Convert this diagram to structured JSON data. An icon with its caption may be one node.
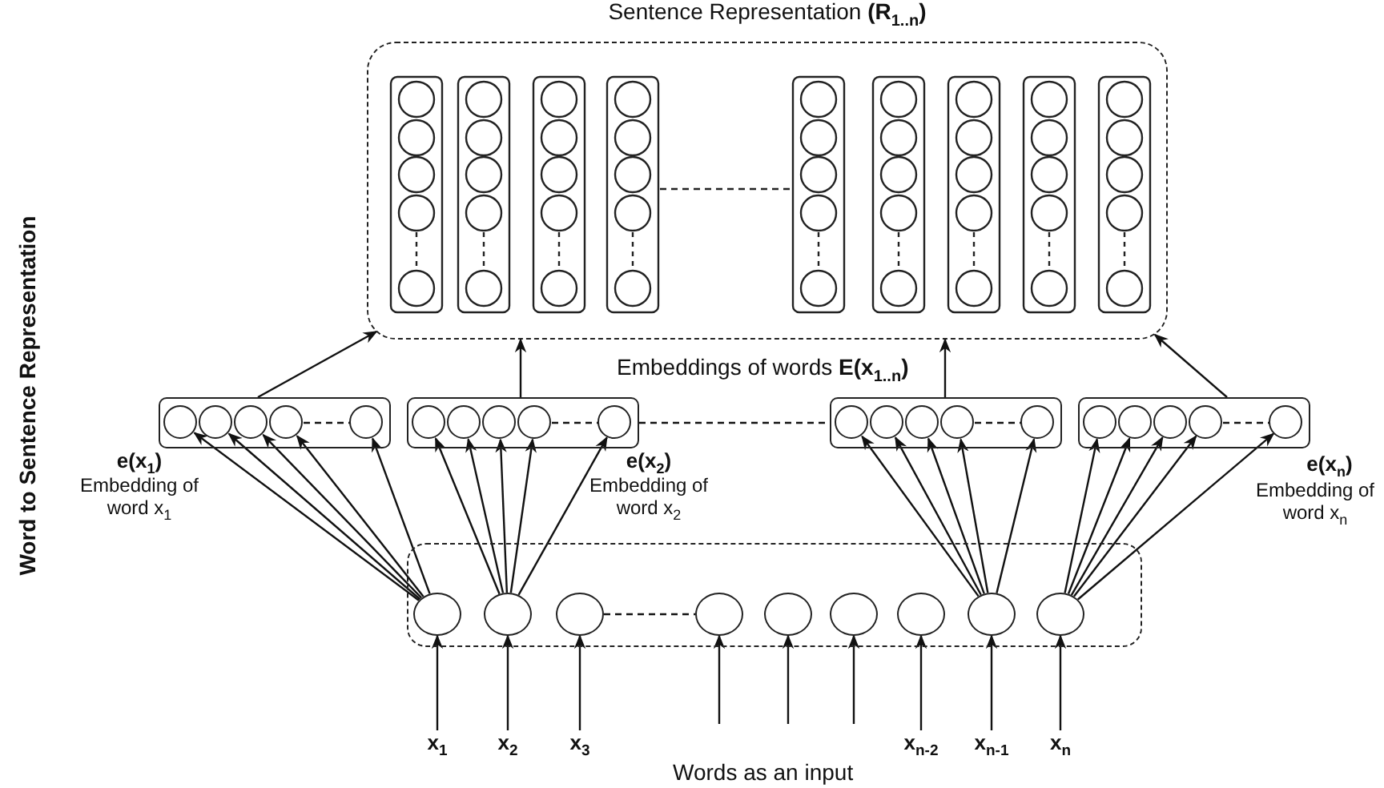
{
  "diagram": {
    "nodes": [
      {
        "text": [
          "Sentence Representation **(R**$_{1..n}$**)**"
        ]
      },
      {
        "text": [],
        "shape": "box",
        "beside": [
          "e(x$_{1}$)",
          "Embedding of word x$_{1}$"
        ]
      },
      {
        "text": [],
        "shape": "box",
        "beside": [
          "e(x$_{2}$)",
          "Embedding of word x$_{2}$"
        ]
      },
      {
        "text": [],
        "shape": "box"
      },
      {
        "text": [],
        "shape": "box",
        "beside": [
          "e(x$_{n}$)",
          "Embedding of word x$_{n}$"
        ]
      },
      {
        "text": [],
        "shape": "circle",
        "in": 1
      },
      {
        "text": [],
        "shape": "circle",
        "in": 1
      },
      {
        "text": [],
        "shape": "circle",
        "in": 1
      },
      {
        "text": [],
        "shape": "circle",
        "in": 1
      },
      {
        "text": [],
        "shape": "circle",
        "in": 1
      },
      {
        "text": [],
        "shape": "circle",
        "in": 2
      },
      {
        "text": [],
        "shape": "circle",
        "in": 2
      },
      {
        "text": [],
        "shape": "circle",
        "in": 2
      },
      {
        "text": [],
        "shape": "circle",
        "in": 2
      },
      {
        "text": [],
        "shape": "circle",
        "in": 2
      },
      {
        "text": [],
        "shape": "circle",
        "in": 3
      },
      {
        "text": [],
        "shape": "circle",
        "in": 3
      },
      {
        "text": [],
        "shape": "circle",
        "in": 3
      },
      {
        "text": [],
        "shape": "circle",
        "in": 3
      },
      {
        "text": [],
        "shape": "circle",
        "in": 3
      },
      {
        "text": [],
        "shape": "circle",
        "in": 4
      },
      {
        "text": [],
        "shape": "circle",
        "in": 4
      },
      {
        "text": [],
        "shape": "circle",
        "in": 4
      },
      {
        "text": [],
        "shape": "circle",
        "in": 4
      },
      {
        "text": [],
        "shape": "circle",
        "in": 4
      },
      {
        "text": [],
        "shape": "box"
      },
      {
        "text": [],
        "shape": "circle",
        "in": 25
      },
      {
        "text": [],
        "shape": "circle",
        "in": 25
      },
      {
        "text": [],
        "shape": "circle",
        "in": 25
      },
      {
        "text": [],
        "shape": "circle",
        "in": 25
      },
      {
        "text": [],
        "shape": "circle",
        "in": 25
      },
      {
        "text": [],
        "shape": "circle",
        "in": 25
      },
      {
        "text": [],
        "shape": "circle",
        "in": 25
      },
      {
        "text": [],
        "shape": "circle",
        "in": 25
      },
      {
        "text": [],
        "shape": "circle",
        "in": 25
      },
      {
        "text": [
          "x$_{1}$"
        ]
      },
      {
        "text": [
          "x$_{2}$"
        ]
      },
      {
        "text": [
          "x$_{3}$"
        ]
      },
      {
        "text": [
          "x$_{n-2}$"
        ]
      },
      {
        "text": [
          "x$_{n-1}$"
        ]
      },
      {
        "text": [
          "x$_{n}$"
        ]
      }
    ],
    "edges": [
      {
        "from": 1,
        "to": 0,
        "arrow": "to"
      },
      {
        "from": 2,
        "to": 0,
        "arrow": "to"
      },
      {
        "from": 3,
        "to": 0,
        "arrow": "to"
      },
      {
        "from": 4,
        "to": 0,
        "arrow": "to"
      },
      {
        "from": 2,
        "to": 3,
        "arrow": "none",
        "style": "dashed"
      },
      {
        "from": 8,
        "to": 9,
        "arrow": "none",
        "style": "dashed"
      },
      {
        "from": 13,
        "to": 14,
        "arrow": "none",
        "style": "dashed"
      },
      {
        "from": 18,
        "to": 19,
        "arrow": "none",
        "style": "dashed"
      },
      {
        "from": 23,
        "to": 24,
        "arrow": "none",
        "style": "dashed"
      },
      {
        "from": 28,
        "to": 29,
        "arrow": "none",
        "style": "dashed"
      },
      {
        "from": 26,
        "to": 5,
        "arrow": "to"
      },
      {
        "from": 26,
        "to": 6,
        "arrow": "to"
      },
      {
        "from": 26,
        "to": 7,
        "arrow": "to"
      },
      {
        "from": 26,
        "to": 8,
        "arrow": "to"
      },
      {
        "from": 26,
        "to": 9,
        "arrow": "to"
      },
      {
        "from": 27,
        "to": 10,
        "arrow": "to"
      },
      {
        "from": 27,
        "to": 11,
        "arrow": "to"
      },
      {
        "from": 27,
        "to": 12,
        "arrow": "to"
      },
      {
        "from": 27,
        "to": 13,
        "arrow": "to"
      },
      {
        "from": 27,
        "to": 14,
        "arrow": "to"
      },
      {
        "from": 33,
        "to": 15,
        "arrow": "to"
      },
      {
        "from": 33,
        "to": 16,
        "arrow": "to"
      },
      {
        "from": 33,
        "to": 17,
        "arrow": "to"
      },
      {
        "from": 33,
        "to": 18,
        "arrow": "to"
      },
      {
        "from": 33,
        "to": 19,
        "arrow": "to"
      },
      {
        "from": 34,
        "to": 20,
        "arrow": "to"
      },
      {
        "from": 34,
        "to": 21,
        "arrow": "to"
      },
      {
        "from": 34,
        "to": 22,
        "arrow": "to"
      },
      {
        "from": 34,
        "to": 23,
        "arrow": "to"
      },
      {
        "from": 34,
        "to": 24,
        "arrow": "to"
      },
      {
        "from": 35,
        "to": 26,
        "arrow": "to"
      },
      {
        "from": 36,
        "to": 27,
        "arrow": "to"
      },
      {
        "from": 37,
        "to": 28,
        "arrow": "to"
      },
      {
        "from": null,
        "to": 29,
        "arrow": "to"
      },
      {
        "from": null,
        "to": 30,
        "arrow": "to"
      },
      {
        "from": null,
        "to": 31,
        "arrow": "to"
      },
      {
        "from": 38,
        "to": 32,
        "arrow": "to"
      },
      {
        "from": 39,
        "to": 33,
        "arrow": "to"
      },
      {
        "from": 40,
        "to": 34,
        "arrow": "to"
      }
    ],
    "labels": [
      "Word to Sentence Representation",
      "Embeddings of words **E(x**$_{1..n}$**)**",
      "Words as an input"
    ]
  }
}
